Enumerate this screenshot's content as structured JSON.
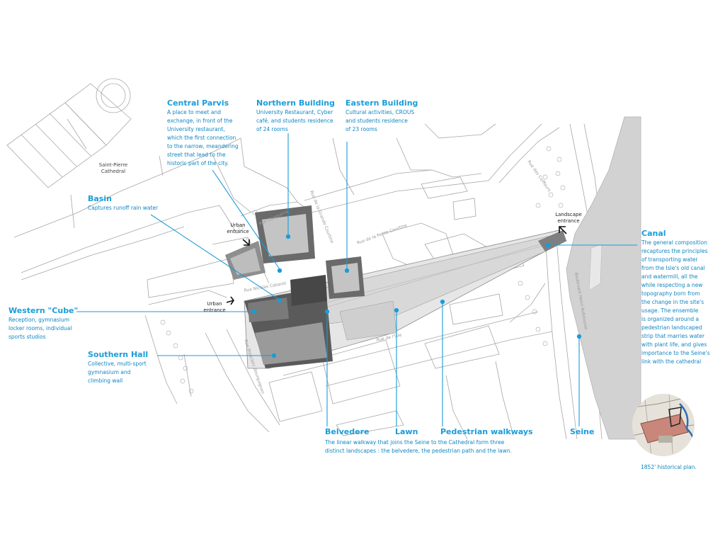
{
  "labels": {
    "central_parvis": {
      "title": "Central Parvis",
      "desc": [
        "A place to meet and",
        "exchange, in front of the",
        "University restaurant,",
        "which the first connection",
        "to the narrow, meandering",
        "street that lead to the",
        "historic part of the city."
      ]
    },
    "northern_building": {
      "title": "Northern Building",
      "desc": [
        "University Restaurant, Cyber",
        "café, and students residence",
        "of 24 rooms"
      ]
    },
    "eastern_building": {
      "title": "Eastern Building",
      "desc": [
        "Cultural activities, CROUS",
        "and students residence",
        "of 23 rooms"
      ]
    },
    "basin": {
      "title": "Basin",
      "desc": [
        "Captures runoff rain water"
      ]
    },
    "western_cube": {
      "title": "Western \"Cube\"",
      "desc": [
        "Reception, gymnasium",
        "locker rooms, individual",
        "sports studios"
      ]
    },
    "southern_hall": {
      "title": "Southern Hall",
      "desc": [
        "Collective, multi-sport",
        "gymnasium and",
        "climbing wall"
      ]
    },
    "canal": {
      "title": "Canal",
      "desc": [
        "The general composition",
        "recaptures the principles",
        "of transporting water",
        "from the Isle's old canal",
        "and watermill, all the",
        "while respecting a new",
        "topography born from",
        "the change in the site's",
        "usage. The ensemble",
        "is organized around a",
        "pedestrian landscaped",
        "strip that marries water",
        "with plant life, and gives",
        "importance to the Seine's",
        "link with the cathedral"
      ]
    },
    "belvedere": {
      "title": "Belvedere"
    },
    "lawn": {
      "title": "Lawn"
    },
    "pedestrian_walkways": {
      "title": "Pedestrian walkways"
    },
    "walkway_desc": [
      "The linear walkway that joins the Seine to the Cathedral form three",
      "distinct landscapes : the belvedere, the pedestrian path and the lawn."
    ],
    "seine": {
      "title": "Seine"
    },
    "historical_plan": "1852' historical plan."
  },
  "map_text": {
    "cathedral": [
      "Saint-Pierre",
      "Cathedral"
    ],
    "urban_entrance_1": [
      "Urban",
      "entrance"
    ],
    "urban_entrance_2": [
      "Urban",
      "entrance"
    ],
    "landscape_entrance": [
      "Landscape",
      "entrance"
    ]
  },
  "streets": {
    "rue_canguerre": "Rue Canguerre",
    "rue_grande_courtine": "Rue de la Grande Courtine",
    "rue_petite_courtine": "Rue de la Petite Courtine",
    "rue_nicolas_cabaret": "Rue Nicolas Cabaret",
    "rue_de_lisle": "Rue de l'Isle",
    "rue_mauclerc": "Rue Mauclerc Bourguignon",
    "boulevard": "Boulevard Henri Aubrousse",
    "rue_gustave": "Rue des Coiffeurs"
  },
  "colors": {
    "accent": "#1a9cd8",
    "lines": "#9c9c9c",
    "river": "#d4d4d4",
    "dark": "#5a5a5a"
  }
}
